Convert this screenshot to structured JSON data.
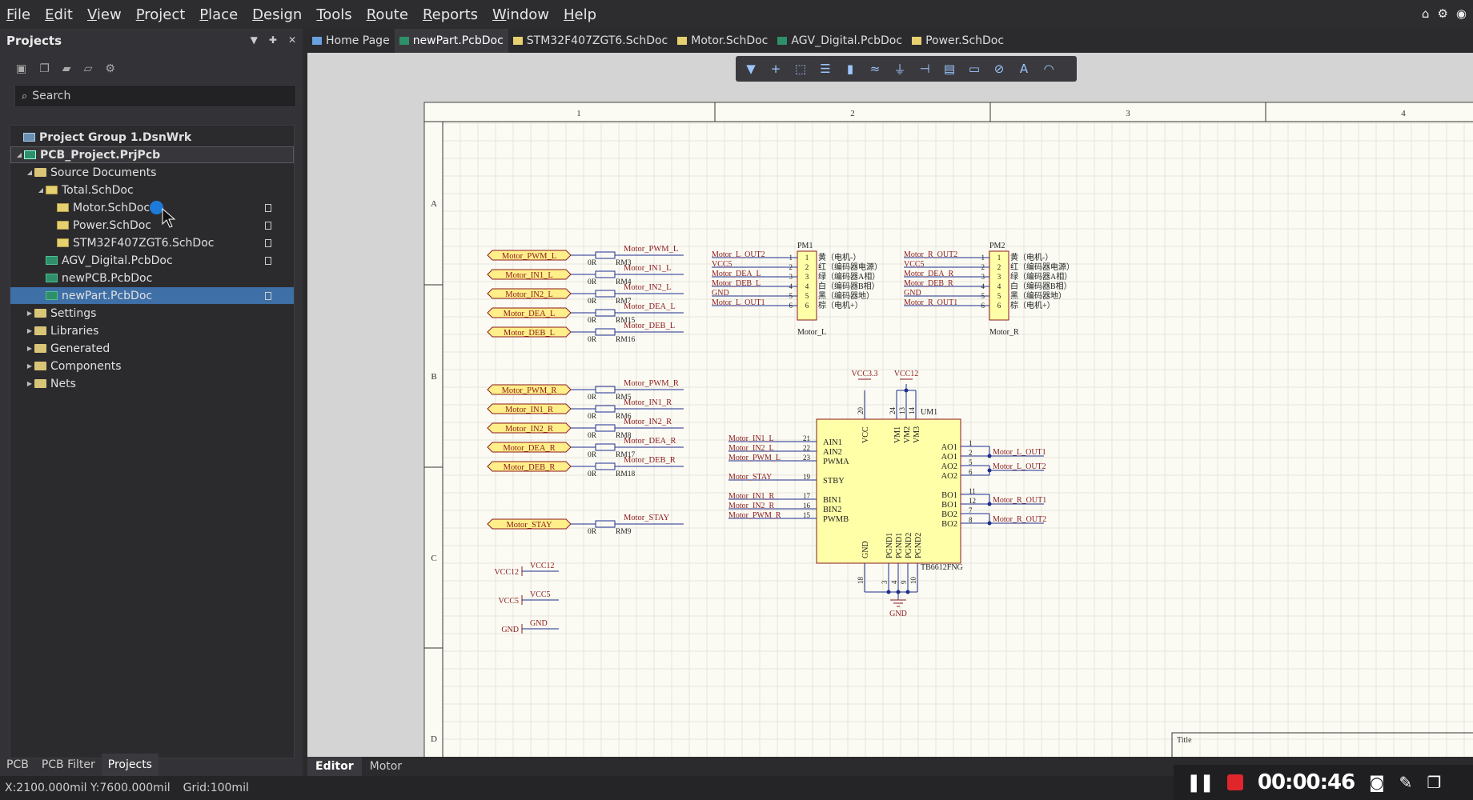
{
  "menu": [
    "File",
    "Edit",
    "View",
    "Project",
    "Place",
    "Design",
    "Tools",
    "Route",
    "Reports",
    "Window",
    "Help"
  ],
  "left_panel": {
    "title": "Projects",
    "search_placeholder": "Search",
    "tree": [
      {
        "label": "Project Group 1.DsnWrk",
        "level": 0,
        "icon": "group",
        "bold": true
      },
      {
        "label": "PCB_Project.PrjPcb",
        "level": 0,
        "icon": "project",
        "bold": true,
        "expanded": true,
        "boxed": true
      },
      {
        "label": "Source Documents",
        "level": 1,
        "icon": "folder",
        "expanded": true
      },
      {
        "label": "Total.SchDoc",
        "level": 2,
        "icon": "sch",
        "expanded": true
      },
      {
        "label": "Motor.SchDoc",
        "level": 3,
        "icon": "sch",
        "doc": true
      },
      {
        "label": "Power.SchDoc",
        "level": 3,
        "icon": "sch",
        "doc": true
      },
      {
        "label": "STM32F407ZGT6.SchDoc",
        "level": 3,
        "icon": "sch",
        "doc": true
      },
      {
        "label": "AGV_Digital.PcbDoc",
        "level": 2,
        "icon": "pcb",
        "doc": true
      },
      {
        "label": "newPCB.PcbDoc",
        "level": 2,
        "icon": "pcb"
      },
      {
        "label": "newPart.PcbDoc",
        "level": 2,
        "icon": "pcb",
        "doc": true,
        "selected": true
      },
      {
        "label": "Settings",
        "level": 1,
        "icon": "folder",
        "collapsed": true
      },
      {
        "label": "Libraries",
        "level": 1,
        "icon": "folder",
        "collapsed": true
      },
      {
        "label": "Generated",
        "level": 1,
        "icon": "folder",
        "collapsed": true
      },
      {
        "label": "Components",
        "level": 1,
        "icon": "folder",
        "collapsed": true
      },
      {
        "label": "Nets",
        "level": 1,
        "icon": "folder",
        "collapsed": true
      }
    ],
    "bottom_tabs": [
      "PCB",
      "PCB Filter",
      "Projects"
    ]
  },
  "doc_tabs": [
    {
      "label": "Home Page",
      "icon": "home"
    },
    {
      "label": "newPart.PcbDoc",
      "icon": "pcb",
      "active": true
    },
    {
      "label": "STM32F407ZGT6.SchDoc",
      "icon": "sch"
    },
    {
      "label": "Motor.SchDoc",
      "icon": "sch"
    },
    {
      "label": "AGV_Digital.PcbDoc",
      "icon": "pcb"
    },
    {
      "label": "Power.SchDoc",
      "icon": "sch"
    }
  ],
  "editor_tabs": [
    "Editor",
    "Motor"
  ],
  "status": {
    "coords": "X:2100.000mil Y:7600.000mil",
    "grid": "Grid:100mil"
  },
  "recorder": {
    "time": "00:00:46"
  },
  "sheet": {
    "cols": [
      "1",
      "2",
      "3",
      "4"
    ],
    "rows": [
      "A",
      "B",
      "C",
      "D"
    ],
    "title_label": "Title",
    "ports_left": [
      "Motor_PWM_L",
      "Motor_IN1_L",
      "Motor_IN2_L",
      "Motor_DEA_L",
      "Motor_DEB_L",
      "Motor_PWM_R",
      "Motor_IN1_R",
      "Motor_IN2_R",
      "Motor_DEA_R",
      "Motor_DEB_R",
      "Motor_STAY"
    ],
    "res_names": [
      "RM3",
      "RM4",
      "RM7",
      "RM15",
      "RM16",
      "RM5",
      "RM6",
      "RM8",
      "RM17",
      "RM18",
      "RM9"
    ],
    "res_value": "0R",
    "pm1": {
      "ref": "PM1",
      "name": "Motor_L",
      "nets": [
        "Motor_L_OUT2",
        "VCC5",
        "Motor_DEA_L",
        "Motor_DEB_L",
        "GND",
        "Motor_L_OUT1"
      ],
      "pins": [
        "1",
        "2",
        "3",
        "4",
        "5",
        "6"
      ],
      "desc": [
        "黄（电机-）",
        "红（编码器电源）",
        "绿（编码器A相）",
        "白（编码器B相）",
        "黑（编码器地）",
        "棕（电机+）"
      ]
    },
    "pm2": {
      "ref": "PM2",
      "name": "Motor_R",
      "nets": [
        "Motor_R_OUT2",
        "VCC5",
        "Motor_DEA_R",
        "Motor_DEB_R",
        "GND",
        "Motor_R_OUT1"
      ],
      "pins": [
        "1",
        "2",
        "3",
        "4",
        "5",
        "6"
      ],
      "desc": [
        "黄（电机-）",
        "红（编码器电源）",
        "绿（编码器A相）",
        "白（编码器B相）",
        "黑（编码器地）",
        "棕（电机+）"
      ]
    },
    "um1": {
      "ref": "UM1",
      "part": "TB6612FNG",
      "vcc33": "VCC3.3",
      "vcc12": "VCC12",
      "gnd": "GND",
      "left_nets": [
        "Motor_IN1_L",
        "Motor_IN2_L",
        "Motor_PWM_L",
        "Motor_STAY",
        "Motor_IN1_R",
        "Motor_IN2_R",
        "Motor_PWM_R"
      ],
      "left_pins": [
        "21",
        "22",
        "23",
        "19",
        "17",
        "16",
        "15"
      ],
      "left_labels": [
        "AIN1",
        "AIN2",
        "PWMA",
        "STBY",
        "BIN1",
        "BIN2",
        "PWMB"
      ],
      "right_pins": [
        "1",
        "2",
        "5",
        "6",
        "11",
        "12",
        "7",
        "8"
      ],
      "right_labels": [
        "AO1",
        "AO1",
        "AO2",
        "AO2",
        "BO1",
        "BO1",
        "BO2",
        "BO2"
      ],
      "right_nets": [
        "Motor_L_OUT1",
        "Motor_L_OUT2",
        "Motor_R_OUT1",
        "Motor_R_OUT2"
      ],
      "top_labels": [
        "VCC",
        "VM1",
        "VM2",
        "VM3"
      ],
      "top_pins": [
        "20",
        "24",
        "13",
        "14"
      ],
      "bottom_labels": [
        "GND",
        "PGND1",
        "PGND1",
        "PGND2",
        "PGND2"
      ],
      "bottom_pins": [
        "18",
        "3",
        "4",
        "9",
        "10"
      ]
    },
    "power_ports": [
      {
        "left": "VCC12",
        "right": "VCC12"
      },
      {
        "left": "VCC5",
        "right": "VCC5"
      },
      {
        "left": "GND",
        "right": "GND"
      }
    ]
  }
}
